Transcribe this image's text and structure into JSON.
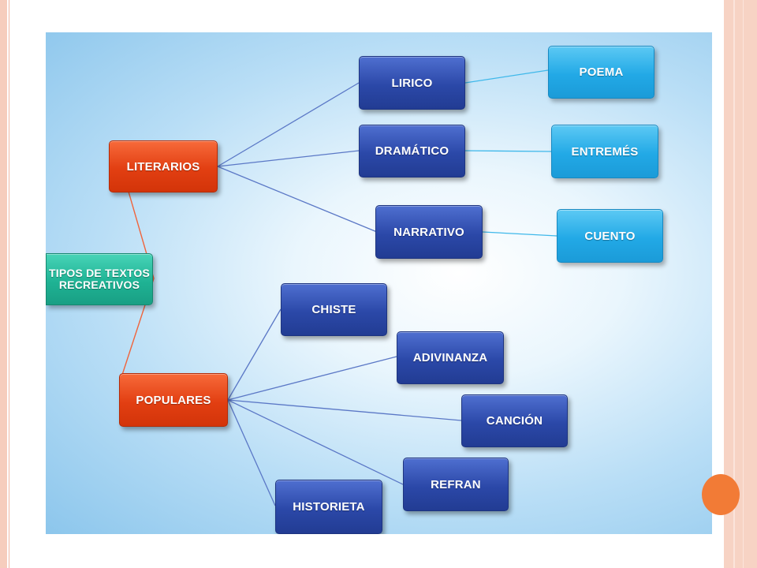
{
  "diagram": {
    "root": "TIPOS DE TEXTOS RECREATIVOS",
    "categories": {
      "literarios": {
        "label": "LITERARIOS",
        "genres": [
          {
            "label": "LIRICO",
            "example": "POEMA"
          },
          {
            "label": "DRAMÁTICO",
            "example": "ENTREMÉS"
          },
          {
            "label": "NARRATIVO",
            "example": "CUENTO"
          }
        ]
      },
      "populares": {
        "label": "POPULARES",
        "items": [
          "CHISTE",
          "ADIVINANZA",
          "CANCIÓN",
          "REFRAN",
          "HISTORIETA"
        ]
      }
    }
  },
  "colors": {
    "category": "#e23f12",
    "subtype": "#2b48a8",
    "example": "#22a9e6",
    "root": "#1fb394",
    "slide_accent": "#f27b36"
  }
}
